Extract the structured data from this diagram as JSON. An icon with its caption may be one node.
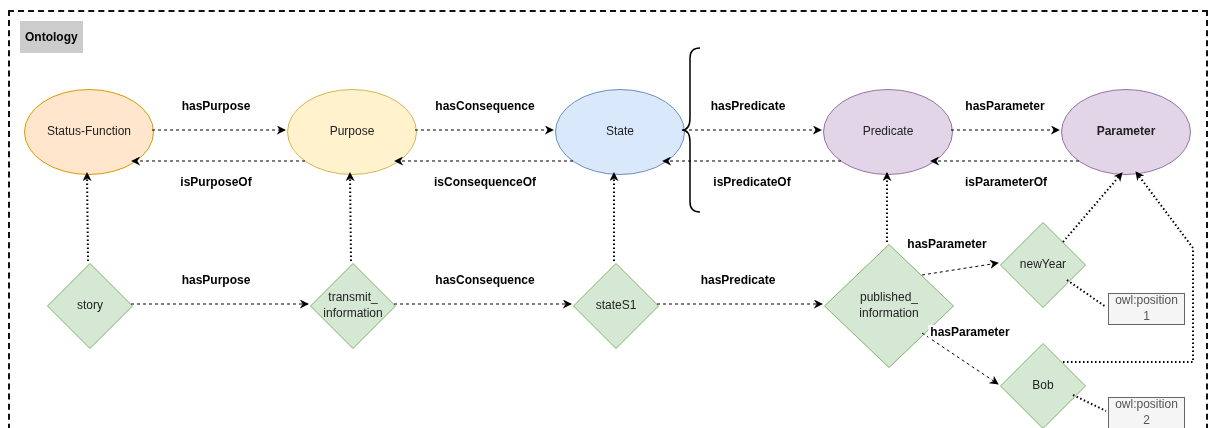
{
  "diagram": {
    "nodes": [
      {
        "text": [
          "Ontology"
        ]
      },
      {
        "text": [
          "Status-Function"
        ],
        "in": 0
      },
      {
        "text": [
          "Purpose"
        ],
        "in": 0
      },
      {
        "text": [
          "State"
        ],
        "in": 0
      },
      {
        "text": [
          "Predicate"
        ],
        "in": 0
      },
      {
        "text": [
          "Parameter"
        ],
        "in": 0
      },
      {
        "text": [
          "story"
        ],
        "in": 0
      },
      {
        "text": [
          "transmit_ information"
        ],
        "in": 0
      },
      {
        "text": [
          "stateS1"
        ],
        "in": 0
      },
      {
        "text": [
          "published_ information"
        ],
        "in": 0
      },
      {
        "text": [
          "newYear"
        ],
        "in": 0
      },
      {
        "text": [
          "Bob"
        ],
        "in": 0
      },
      {
        "text": [
          "owl:position 1"
        ],
        "in": 0
      },
      {
        "text": [
          "owl:position 2"
        ],
        "in": 0
      }
    ],
    "edges": [
      {
        "from": 1,
        "to": 2,
        "arrow": "to",
        "label": "hasPurpose",
        "style": "dashed"
      },
      {
        "from": 2,
        "to": 1,
        "arrow": "to",
        "label": "isPurposeOf",
        "style": "dashed"
      },
      {
        "from": 2,
        "to": 3,
        "arrow": "to",
        "label": "hasConsequence",
        "style": "dashed"
      },
      {
        "from": 3,
        "to": 2,
        "arrow": "to",
        "label": "isConsequenceOf",
        "style": "dashed"
      },
      {
        "from": 3,
        "to": 4,
        "arrow": "to",
        "label": "hasPredicate",
        "style": "dashed"
      },
      {
        "from": 4,
        "to": 3,
        "arrow": "to",
        "label": "isPredicateOf",
        "style": "dashed"
      },
      {
        "from": 4,
        "to": 5,
        "arrow": "to",
        "label": "hasParameter",
        "style": "dashed"
      },
      {
        "from": 5,
        "to": 4,
        "arrow": "to",
        "label": "isParameterOf",
        "style": "dashed"
      },
      {
        "from": 6,
        "to": 1,
        "arrow": "to",
        "style": "dashed"
      },
      {
        "from": 7,
        "to": 2,
        "arrow": "to",
        "style": "dashed"
      },
      {
        "from": 8,
        "to": 3,
        "arrow": "to",
        "style": "dashed"
      },
      {
        "from": 9,
        "to": 4,
        "arrow": "to",
        "style": "dashed"
      },
      {
        "from": 10,
        "to": 5,
        "arrow": "to",
        "style": "dashed"
      },
      {
        "from": 11,
        "to": 5,
        "arrow": "to",
        "style": "dashed"
      },
      {
        "from": 6,
        "to": 7,
        "arrow": "to",
        "label": "hasPurpose",
        "style": "dashed"
      },
      {
        "from": 7,
        "to": 8,
        "arrow": "to",
        "label": "hasConsequence",
        "style": "dashed"
      },
      {
        "from": 8,
        "to": 9,
        "arrow": "to",
        "label": "hasPredicate",
        "style": "dashed"
      },
      {
        "from": 9,
        "to": 10,
        "arrow": "to",
        "label": "hasParameter",
        "style": "dashed"
      },
      {
        "from": 9,
        "to": 11,
        "arrow": "to",
        "label": "hasParameter",
        "style": "dashed"
      },
      {
        "from": 10,
        "to": 12,
        "arrow": "none",
        "style": "dashed"
      },
      {
        "from": 11,
        "to": 13,
        "arrow": "none",
        "style": "dashed"
      }
    ]
  }
}
